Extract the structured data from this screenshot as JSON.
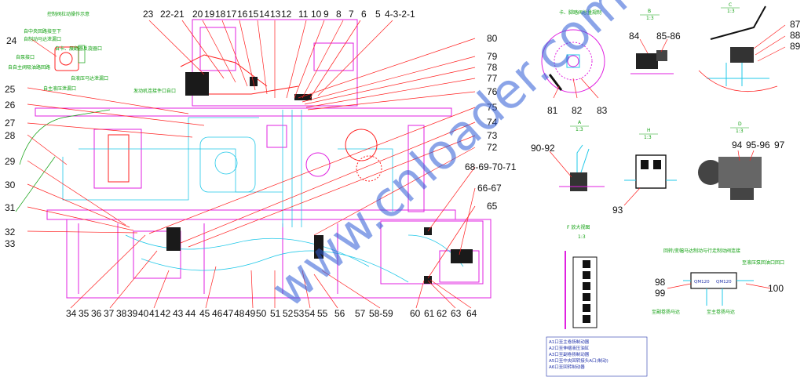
{
  "callouts": {
    "c24": "24",
    "c25": "25",
    "c26": "26",
    "c27": "27",
    "c28": "28",
    "c29": "29",
    "c30": "30",
    "c31": "31",
    "c32": "32",
    "c33": "33",
    "c23": "23",
    "c22_21": "22-21",
    "c20": "20",
    "c19": "19",
    "c18": "18",
    "c17": "17",
    "c16": "16",
    "c15": "15",
    "c14": "14",
    "c13": "13",
    "c12": "12",
    "c11": "11",
    "c10": "10",
    "c9": "9",
    "c8": "8",
    "c7": "7",
    "c6": "6",
    "c5": "5",
    "c4_3_2_1": "4-3-2-1",
    "c80": "80",
    "c79": "79",
    "c78": "78",
    "c77": "77",
    "c76": "76",
    "c75": "75",
    "c74": "74",
    "c73": "73",
    "c72": "72",
    "c68_71": "68-69-70-71",
    "c66_67": "66-67",
    "c65": "65",
    "c34": "34",
    "c35": "35",
    "c36": "36",
    "c37": "37",
    "c38": "38",
    "c39": "39",
    "c40": "40",
    "c41": "41",
    "c42": "42",
    "c43": "43",
    "c44": "44",
    "c45": "45",
    "c46": "46",
    "c47": "47",
    "c48": "48",
    "c49": "49",
    "c50": "50",
    "c51": "51",
    "c52": "52",
    "c53": "53",
    "c54": "54",
    "c55": "55",
    "c56": "56",
    "c57": "57",
    "c58_59": "58-59",
    "c60": "60",
    "c61": "61",
    "c62": "62",
    "c63": "63",
    "c64": "64",
    "c81": "81",
    "c82": "82",
    "c83": "83",
    "c84": "84",
    "c85_86": "85-86",
    "c87": "87",
    "c88": "88",
    "c89": "89",
    "c90_92": "90-92",
    "c93": "93",
    "c94": "94",
    "c95_96": "95-96",
    "c97": "97",
    "c98": "98",
    "c99": "99",
    "c100": "100"
  },
  "views": {
    "b_letter": "B",
    "b_scale": "1:3",
    "c_letter": "C",
    "c_scale": "1:3",
    "a_letter": "A",
    "a_scale": "1:3",
    "h_letter": "H",
    "h_scale": "1:3",
    "d_letter": "D",
    "d_scale": "1:3",
    "f_scale": "1:3"
  },
  "watermark": "www.cnloader.com",
  "colors": {
    "magenta": "#e020e0",
    "cyan": "#20c8e8",
    "red": "#ff2020",
    "green": "#11a011",
    "blue": "#2233aa"
  }
}
